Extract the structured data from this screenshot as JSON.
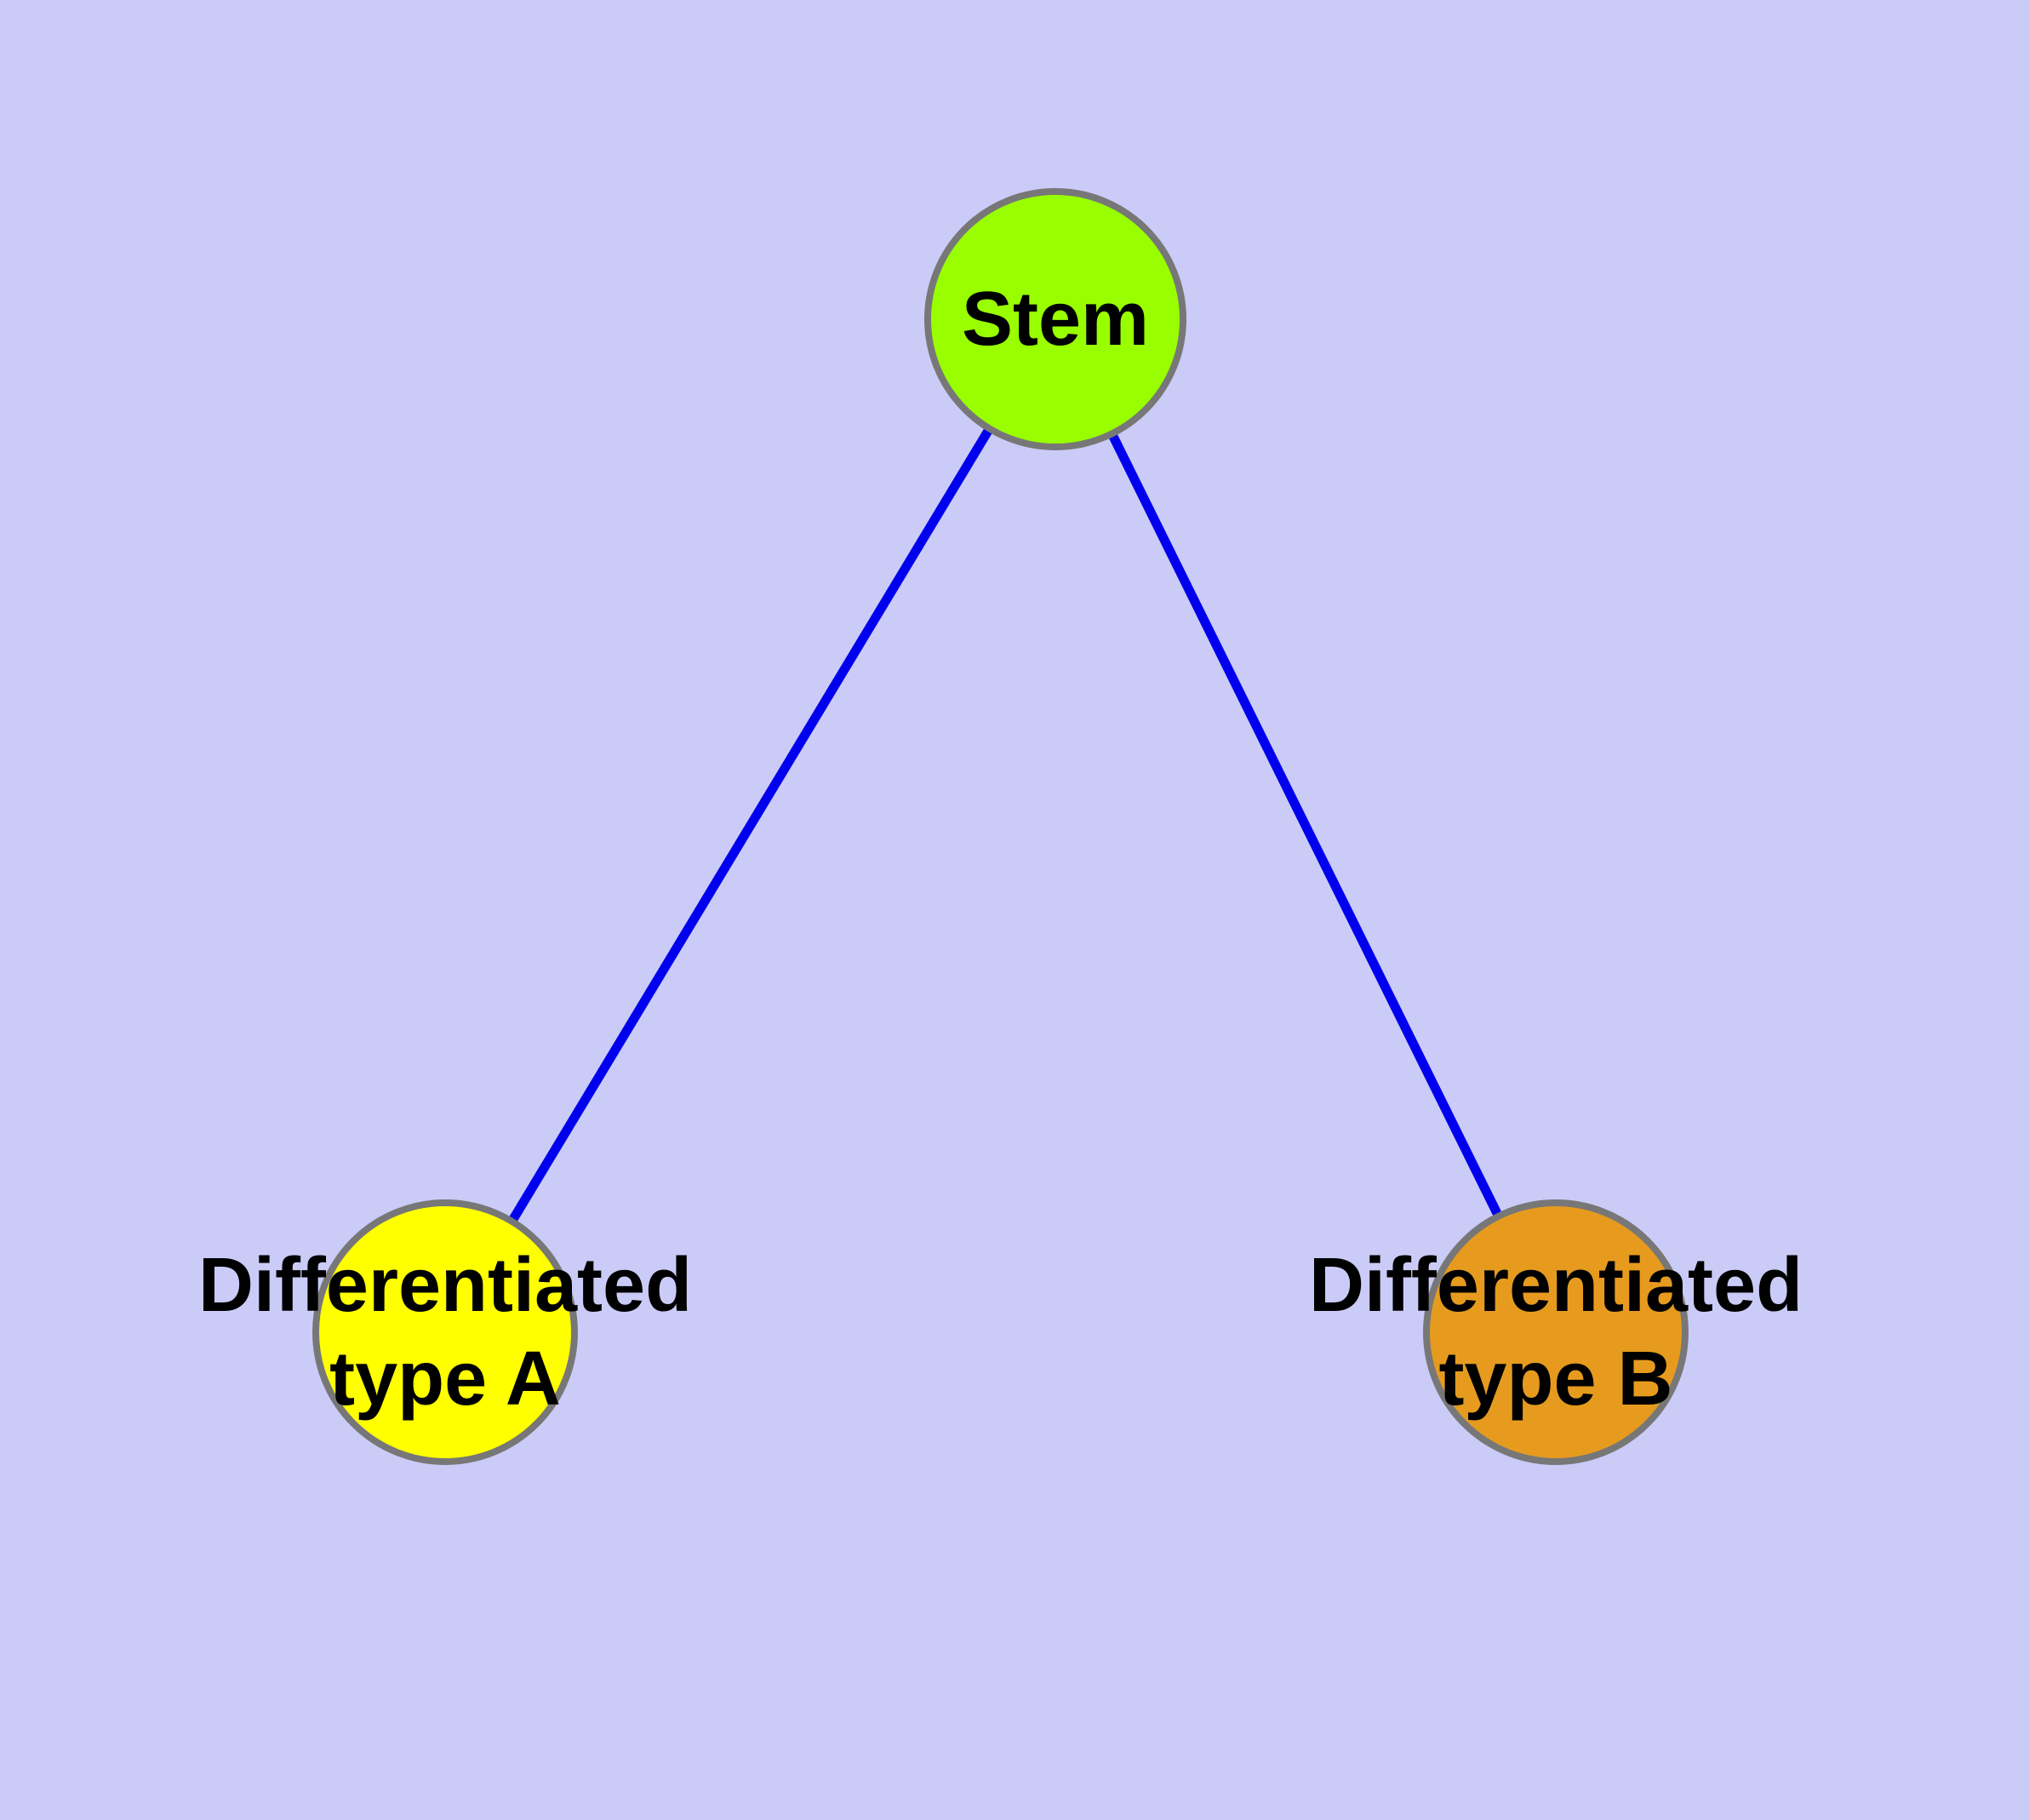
{
  "diagram": {
    "background_color": "#CBCBF7",
    "edge_color": "#0000EE",
    "node_border_color": "#777777",
    "nodes": {
      "stem": {
        "label": "Stem",
        "color": "#99FF00"
      },
      "type_a": {
        "label_lines": {
          "0": "Differentiated",
          "1": "type A"
        },
        "color": "#FFFF00"
      },
      "type_b": {
        "label_lines": {
          "0": "Differentiated",
          "1": "type B"
        },
        "color": "#E69B1F"
      }
    },
    "edges": {
      "stem_to_type_a": {
        "from": "Stem",
        "to": "Differentiated type A"
      },
      "stem_to_type_b": {
        "from": "Stem",
        "to": "Differentiated type B"
      }
    }
  }
}
